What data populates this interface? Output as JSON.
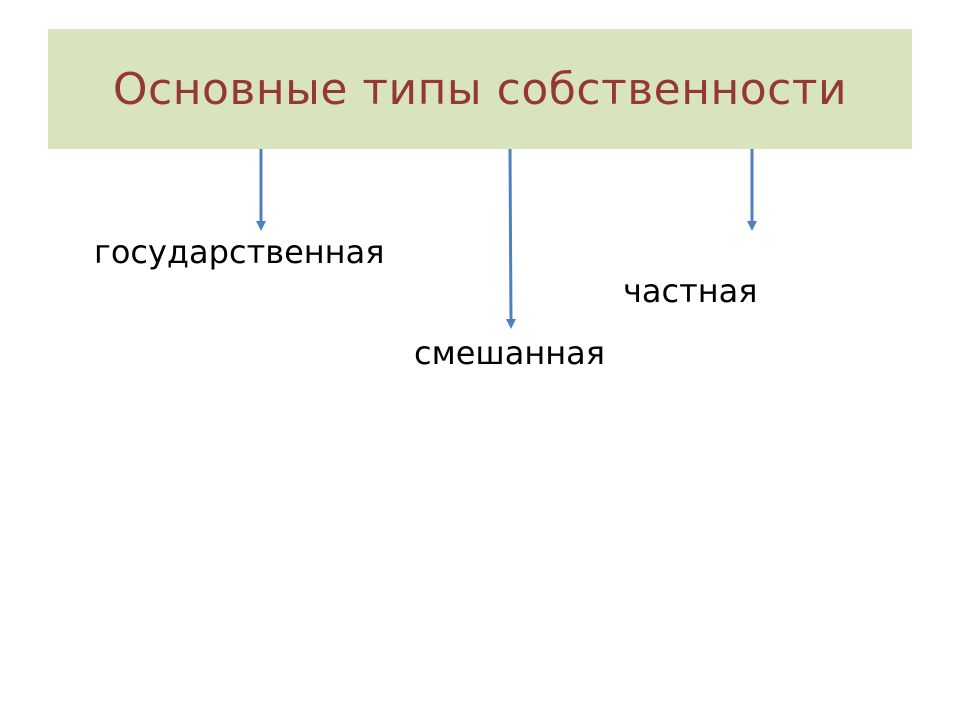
{
  "title": "Основные типы собственности",
  "types": [
    {
      "key": "state",
      "label": "государственная"
    },
    {
      "key": "mixed",
      "label": "смешанная"
    },
    {
      "key": "private",
      "label": "частная"
    }
  ],
  "colors": {
    "banner_background": "#d7e4bd",
    "title_text": "#953735",
    "arrow": "#4f81bd",
    "label_text": "#000000"
  }
}
